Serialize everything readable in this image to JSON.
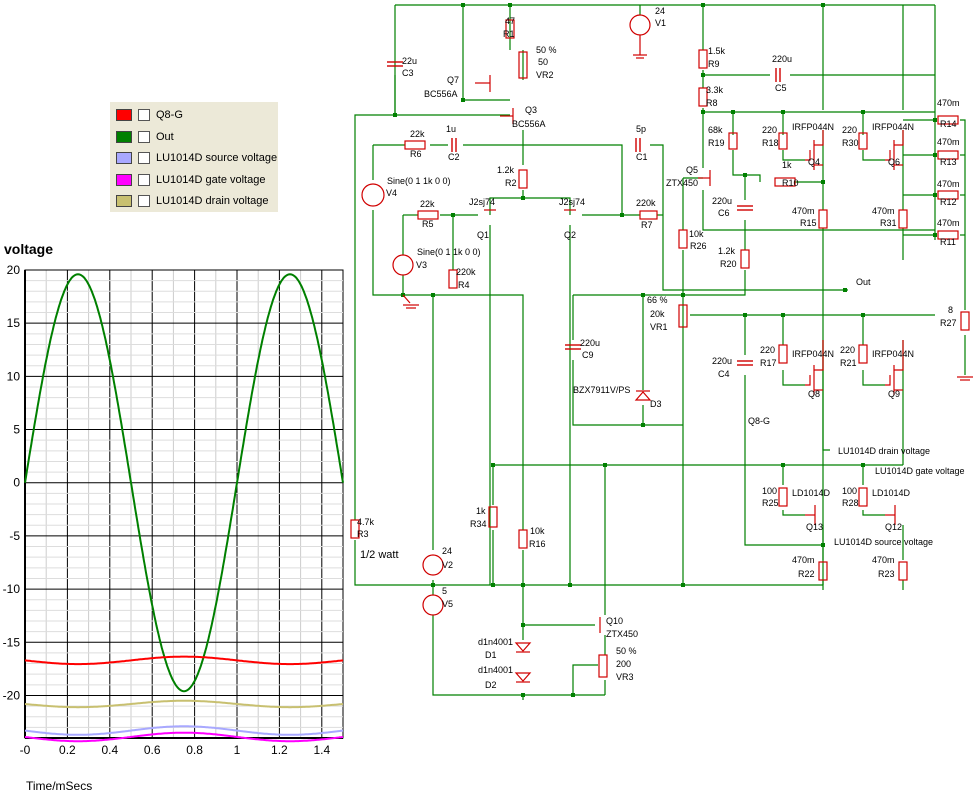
{
  "legend": {
    "items": [
      {
        "label": "Q8-G",
        "color": "#ff0000"
      },
      {
        "label": "Out",
        "color": "#008000"
      },
      {
        "label": "LU1014D source voltage",
        "color": "#a8a8ff"
      },
      {
        "label": "LU1014D gate voltage",
        "color": "#ff00ff"
      },
      {
        "label": "LU1014D drain voltage",
        "color": "#c8c070"
      }
    ]
  },
  "chart_data": {
    "type": "line",
    "title": "voltage",
    "xlabel": "Time/mSecs",
    "xlim": [
      0,
      1.5
    ],
    "ylim": [
      -24,
      20
    ],
    "xticks": [
      "-0",
      "0.2",
      "0.4",
      "0.6",
      "0.8",
      "1",
      "1.2",
      "1.4"
    ],
    "yticks": [
      "20",
      "15",
      "10",
      "5",
      "0",
      "-5",
      "-10",
      "-15",
      "-20"
    ],
    "series": [
      {
        "name": "Out",
        "color": "#008000",
        "kind": "sine",
        "offset": 0,
        "amp": 19.6,
        "freq": 1,
        "phase": 0
      },
      {
        "name": "Q8-G",
        "color": "#ff0000",
        "kind": "sine",
        "offset": -16.7,
        "amp": 0.35,
        "freq": 1,
        "phase": 3.14159
      },
      {
        "name": "LU1014D drain voltage",
        "color": "#c8c070",
        "kind": "sine",
        "offset": -20.8,
        "amp": 0.3,
        "freq": 1,
        "phase": 3.14159
      },
      {
        "name": "LU1014D source voltage",
        "color": "#a8a8ff",
        "kind": "sine",
        "offset": -23.3,
        "amp": 0.4,
        "freq": 1,
        "phase": 3.14159
      },
      {
        "name": "LU1014D gate voltage",
        "color": "#ff00ff",
        "kind": "sine",
        "offset": -23.9,
        "amp": 0.4,
        "freq": 1,
        "phase": 3.14159
      }
    ]
  },
  "schematic": {
    "labels": [
      "47",
      "R1",
      "50 %",
      "50",
      "VR2",
      "22u",
      "C3",
      "Q7",
      "BC556A",
      "Q3",
      "BC556A",
      "24",
      "V1",
      "1.5k",
      "R9",
      "220u",
      "C5",
      "3.3k",
      "R8",
      "470m",
      "R14",
      "470m",
      "R13",
      "470m",
      "R12",
      "470m",
      "R11",
      "68k",
      "R19",
      "220",
      "R18",
      "IRFP044N",
      "Q4",
      "220",
      "R30",
      "IRFP044N",
      "Q6",
      "22k",
      "R6",
      "1u",
      "C2",
      "5p",
      "C1",
      "Q5",
      "ZTX450",
      "1k",
      "R10",
      "220u",
      "C6",
      "470m",
      "R15",
      "470m",
      "R31",
      "Sine(0 1 1k 0 0)",
      "V4",
      "1.2k",
      "R2",
      "J2sj74",
      "J2sj74",
      "220k",
      "R7",
      "22k",
      "R5",
      "Q1",
      "Q2",
      "10k",
      "R26",
      "1.2k",
      "R20",
      "Sine(0 1 1k 0 0)",
      "V3",
      "220k",
      "R4",
      "Out",
      "8",
      "R27",
      "66 %",
      "20k",
      "VR1",
      "220u",
      "C9",
      "220u",
      "C4",
      "220",
      "R17",
      "IRFP044N",
      "220",
      "R21",
      "IRFP044N",
      "Q8",
      "Q9",
      "BZX7911V/PS",
      "D3",
      "Q8-G",
      "LU1014D drain voltage",
      "LU1014D gate voltage",
      "100",
      "R25",
      "LD1014D",
      "100",
      "R28",
      "LD1014D",
      "Q13",
      "Q12",
      "LU1014D source voltage",
      "4.7k",
      "R3",
      "1/2 watt",
      "1k",
      "R34",
      "10k",
      "R16",
      "24",
      "V2",
      "470m",
      "R22",
      "470m",
      "R23",
      "5",
      "V5",
      "Q10",
      "ZTX450",
      "d1n4001",
      "D1",
      "d1n4001",
      "D2",
      "50 %",
      "200",
      "VR3"
    ]
  }
}
